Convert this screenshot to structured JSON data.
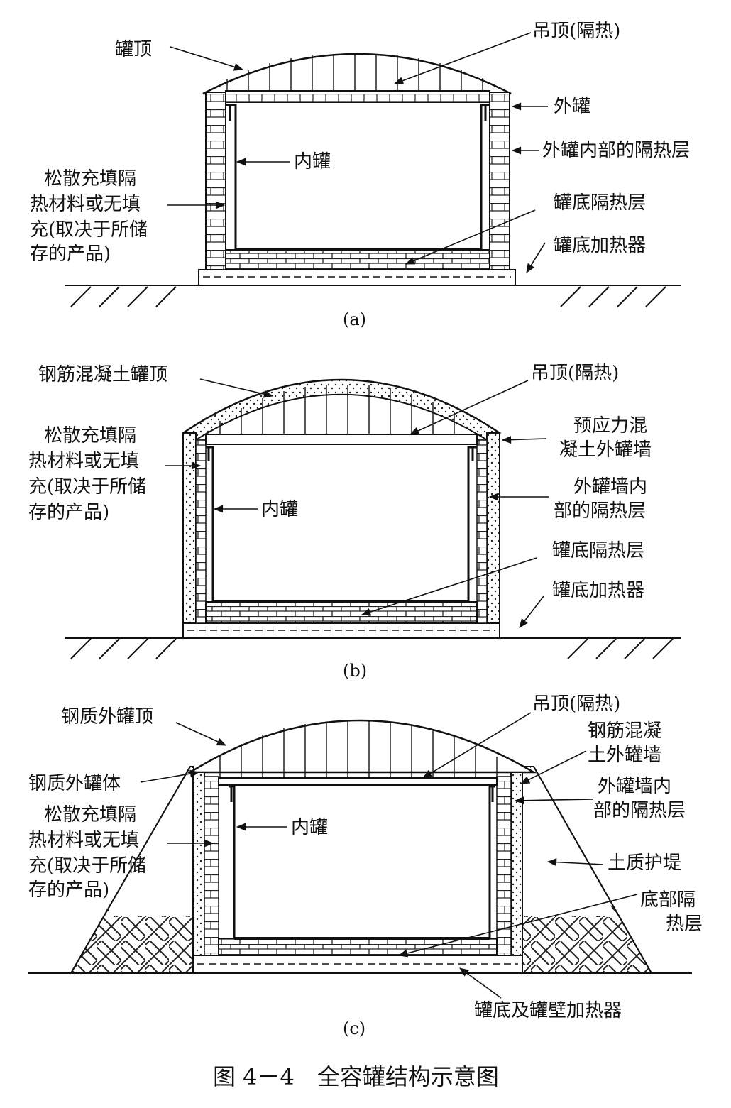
{
  "figure": {
    "caption": "图 4－4　全容罐结构示意图",
    "panels": {
      "a": {
        "tag": "(a)",
        "labels": {
          "roof": "罐顶",
          "suspended_deck": "吊顶(隔热)",
          "outer_tank": "外罐",
          "outer_insulation": "外罐内部的隔热层",
          "inner_tank": "内罐",
          "loose_fill": [
            "松散充填隔",
            "热材料或无填",
            "充(取决于所储",
            "存的产品)"
          ],
          "bottom_insulation": "罐底隔热层",
          "bottom_heater": "罐底加热器"
        }
      },
      "b": {
        "tag": "(b)",
        "labels": {
          "rc_roof": "钢筋混凝土罐顶",
          "suspended_deck": "吊顶(隔热)",
          "prestressed_wall": [
            "预应力混",
            "凝土外罐墙"
          ],
          "wall_insulation": [
            "外罐墙内",
            "部的隔热层"
          ],
          "inner_tank": "内罐",
          "loose_fill": [
            "松散充填隔",
            "热材料或无填",
            "充(取决于所储",
            "存的产品)"
          ],
          "bottom_insulation": "罐底隔热层",
          "bottom_heater": "罐底加热器"
        }
      },
      "c": {
        "tag": "(c)",
        "labels": {
          "steel_roof": "钢质外罐顶",
          "suspended_deck": "吊顶(隔热)",
          "rc_wall": [
            "钢筋混凝",
            "土外罐墙"
          ],
          "steel_shell": "钢质外罐体",
          "wall_insulation": [
            "外罐墙内",
            "部的隔热层"
          ],
          "inner_tank": "内罐",
          "loose_fill": [
            "松散充填隔",
            "热材料或无填",
            "充(取决于所储",
            "存的产品)"
          ],
          "earth_bund": "土质护堤",
          "bottom_insulation": [
            "底部隔",
            "热层"
          ],
          "heater": "罐底及罐壁加热器"
        }
      }
    }
  }
}
